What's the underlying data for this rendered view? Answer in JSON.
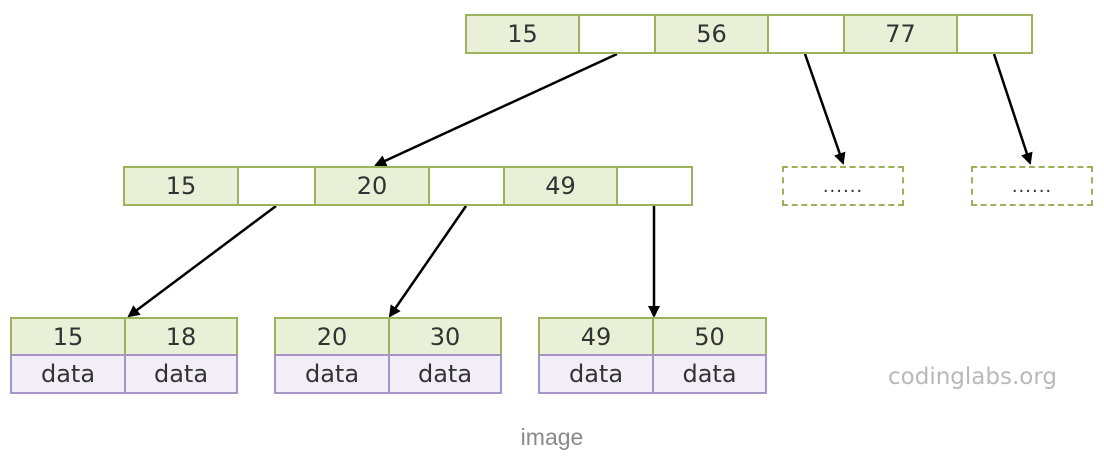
{
  "root_node": {
    "keys": [
      "15",
      "56",
      "77"
    ]
  },
  "internal_node": {
    "keys": [
      "15",
      "20",
      "49"
    ]
  },
  "placeholder_nodes": [
    "......",
    "......"
  ],
  "leaf_nodes": [
    {
      "keys": [
        "15",
        "18"
      ],
      "data": [
        "data",
        "data"
      ]
    },
    {
      "keys": [
        "20",
        "30"
      ],
      "data": [
        "data",
        "data"
      ]
    },
    {
      "keys": [
        "49",
        "50"
      ],
      "data": [
        "data",
        "data"
      ]
    }
  ],
  "watermark": "codinglabs.org",
  "caption": "image",
  "colors": {
    "key_fill": "#eaf0d8",
    "node_border": "#9bb35a",
    "data_fill": "#f2eef8",
    "data_border": "#a795c9",
    "arrow": "#000000"
  }
}
